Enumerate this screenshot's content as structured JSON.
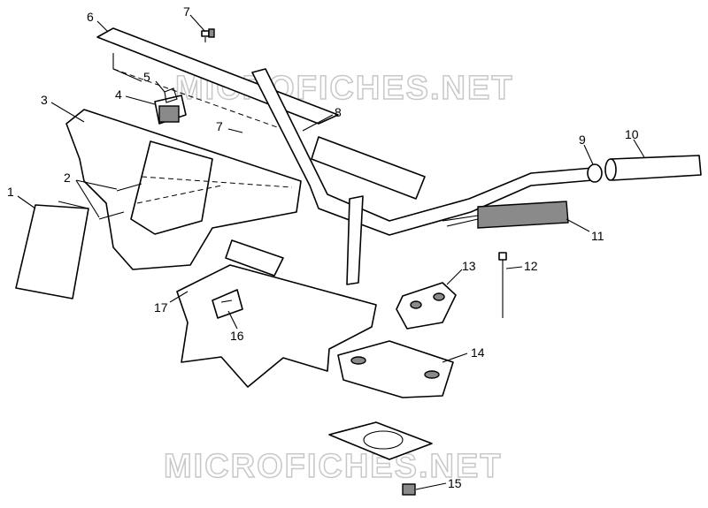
{
  "watermarks": {
    "top": "MICROFICHES.NET",
    "bottom": "MICROFICHES.NET"
  },
  "callouts": [
    {
      "id": "c1",
      "text": "1"
    },
    {
      "id": "c2",
      "text": "2"
    },
    {
      "id": "c3",
      "text": "3"
    },
    {
      "id": "c4",
      "text": "4"
    },
    {
      "id": "c5",
      "text": "5"
    },
    {
      "id": "c6",
      "text": "6"
    },
    {
      "id": "c7a",
      "text": "7"
    },
    {
      "id": "c7b",
      "text": "7"
    },
    {
      "id": "c8",
      "text": "8"
    },
    {
      "id": "c9",
      "text": "9"
    },
    {
      "id": "c10",
      "text": "10"
    },
    {
      "id": "c11",
      "text": "11"
    },
    {
      "id": "c12",
      "text": "12"
    },
    {
      "id": "c13",
      "text": "13"
    },
    {
      "id": "c14",
      "text": "14"
    },
    {
      "id": "c15",
      "text": "15"
    },
    {
      "id": "c16",
      "text": "16"
    },
    {
      "id": "c17",
      "text": "17"
    }
  ]
}
